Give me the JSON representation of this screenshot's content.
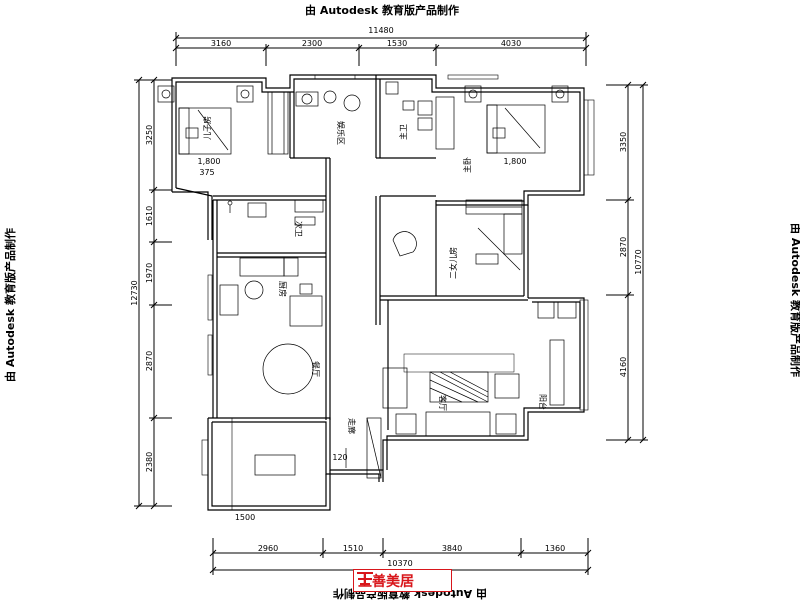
{
  "watermark": "由 Autodesk 教育版产品制作",
  "logo_text": "上善美居",
  "colors": {
    "line": "#000000",
    "brand_red": "#d8161b"
  },
  "dims": {
    "top_total": "11480",
    "top": [
      "3160",
      "2300",
      "1530",
      "4030"
    ],
    "bottom_total": "10370",
    "bottom": [
      "2960",
      "1510",
      "3840",
      "1360"
    ],
    "left_total": "12730",
    "left": [
      "3250",
      "1610",
      "1970",
      "2870",
      "2380"
    ],
    "right_total": "10770",
    "right": [
      "3350",
      "2870",
      "4160"
    ],
    "bed_size_1": "1,800",
    "bed_size_2": "1,800",
    "small_1": "1500",
    "small_2": "120",
    "small_3": "375"
  },
  "rooms": {
    "child_room": "儿子房",
    "entertainment": "娱乐区",
    "master_bath": "主卫",
    "master_bed": "主卧",
    "second_bath": "次卫",
    "daughter_room": "二女儿房",
    "kitchen": "厨房",
    "dining": "餐厅",
    "living": "客厅",
    "balcony": "阳台",
    "corridor": "走廊"
  }
}
